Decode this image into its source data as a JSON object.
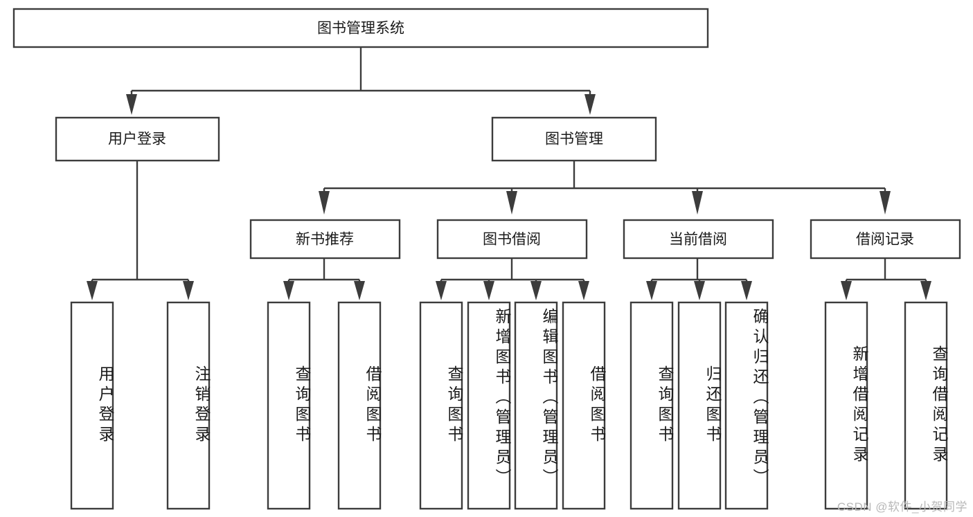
{
  "diagram": {
    "type": "tree-hierarchy",
    "title": "图书管理系统",
    "watermark": "CSDN @软件_小贺同学",
    "colors": {
      "box_stroke": "#3c3c3c",
      "box_fill": "#ffffff",
      "text": "#1a1a1a",
      "background": "#ffffff",
      "watermark": "#b8b8b8"
    },
    "root": {
      "label": "图书管理系统",
      "orientation": "horizontal"
    },
    "level2": [
      {
        "id": "user-login",
        "label": "用户登录",
        "orientation": "horizontal"
      },
      {
        "id": "book-management",
        "label": "图书管理",
        "orientation": "horizontal"
      }
    ],
    "level3": [
      {
        "id": "new-book-recommend",
        "label": "新书推荐",
        "parent": "book-management",
        "orientation": "horizontal"
      },
      {
        "id": "book-borrow",
        "label": "图书借阅",
        "parent": "book-management",
        "orientation": "horizontal"
      },
      {
        "id": "current-borrow",
        "label": "当前借阅",
        "parent": "book-management",
        "orientation": "horizontal"
      },
      {
        "id": "borrow-record",
        "label": "借阅记录",
        "parent": "book-management",
        "orientation": "horizontal"
      }
    ],
    "leaves": [
      {
        "id": "leaf-user-login",
        "label": "用户登录",
        "parent": "user-login",
        "orientation": "vertical"
      },
      {
        "id": "leaf-logout",
        "label": "注销登录",
        "parent": "user-login",
        "orientation": "vertical"
      },
      {
        "id": "leaf-query-book-1",
        "label": "查询图书",
        "parent": "new-book-recommend",
        "orientation": "vertical"
      },
      {
        "id": "leaf-borrow-book-1",
        "label": "借阅图书",
        "parent": "new-book-recommend",
        "orientation": "vertical"
      },
      {
        "id": "leaf-query-book-2",
        "label": "查询图书",
        "parent": "book-borrow",
        "orientation": "vertical"
      },
      {
        "id": "leaf-add-book",
        "label": "新增图书（管理员）",
        "parent": "book-borrow",
        "orientation": "vertical"
      },
      {
        "id": "leaf-edit-book",
        "label": "编辑图书（管理员）",
        "parent": "book-borrow",
        "orientation": "vertical"
      },
      {
        "id": "leaf-borrow-book-2",
        "label": "借阅图书",
        "parent": "book-borrow",
        "orientation": "vertical"
      },
      {
        "id": "leaf-query-book-3",
        "label": "查询图书",
        "parent": "current-borrow",
        "orientation": "vertical"
      },
      {
        "id": "leaf-return-book",
        "label": "归还图书",
        "parent": "current-borrow",
        "orientation": "vertical"
      },
      {
        "id": "leaf-confirm-return",
        "label": "确认归还（管理员）",
        "parent": "current-borrow",
        "orientation": "vertical"
      },
      {
        "id": "leaf-add-record",
        "label": "新增借阅记录",
        "parent": "borrow-record",
        "orientation": "vertical"
      },
      {
        "id": "leaf-query-record",
        "label": "查询借阅记录",
        "parent": "borrow-record",
        "orientation": "vertical"
      }
    ]
  }
}
